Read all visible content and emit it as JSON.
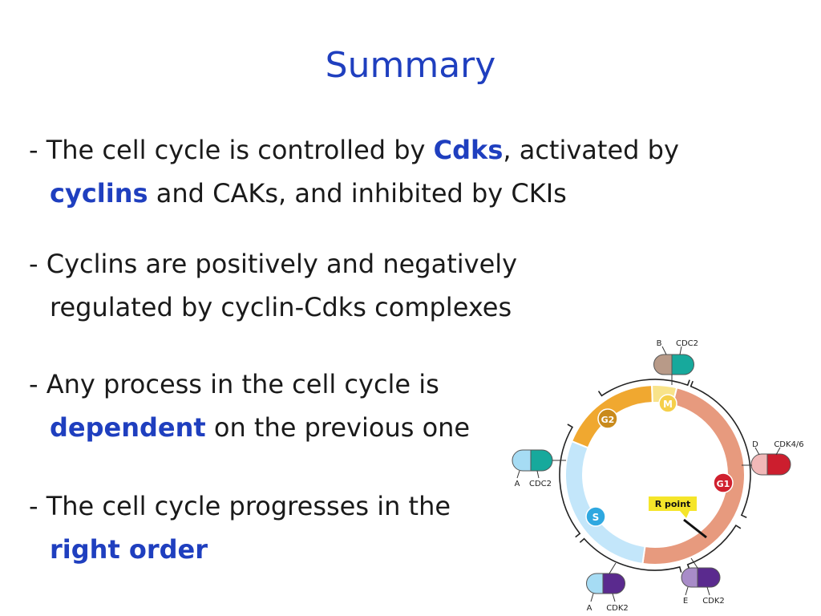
{
  "slide": {
    "title": "Summary",
    "bullets": [
      {
        "prefix": "- The cell cycle is controlled by ",
        "kw1": "Cdks",
        "mid": ", activated by",
        "kw2": "cyclins",
        "rest": " and CAKs, and inhibited by CKIs"
      },
      {
        "line1": "- Cyclins are positively and negatively",
        "line2": "regulated by cyclin-Cdks  complexes"
      },
      {
        "line1": "- Any process in the cell cycle is",
        "kw": "dependent",
        "rest": " on the previous one"
      },
      {
        "line1": "- The cell cycle progresses in the",
        "kw": "right order"
      }
    ]
  },
  "diagram": {
    "phases": {
      "m": "M",
      "g1": "G1",
      "s": "S",
      "g2": "G2"
    },
    "restriction_point": "R point",
    "complexes": [
      {
        "cyclin": "B",
        "cdk": "CDC2",
        "cyclin_color": "#b89a88",
        "cdk_color": "#17a99c"
      },
      {
        "cyclin": "D",
        "cdk": "CDK4/6",
        "cyclin_color": "#f1b8b8",
        "cdk_color": "#cc1e2e"
      },
      {
        "cyclin": "E",
        "cdk": "CDK2",
        "cyclin_color": "#a88cc8",
        "cdk_color": "#5a2a8e"
      },
      {
        "cyclin": "A",
        "cdk": "CDK2",
        "cyclin_color": "#a6dcf4",
        "cdk_color": "#5a2a8e"
      },
      {
        "cyclin": "A",
        "cdk": "CDC2",
        "cyclin_color": "#a6dcf4",
        "cdk_color": "#17a99c"
      }
    ],
    "colors": {
      "m": "#f8e38a",
      "g1": "#e79a7e",
      "s": "#c3e6fa",
      "g2": "#f0a830",
      "badge_s": "#2fa8e0",
      "badge_g1": "#d0202e",
      "rpoint": "#f5e52a"
    }
  }
}
